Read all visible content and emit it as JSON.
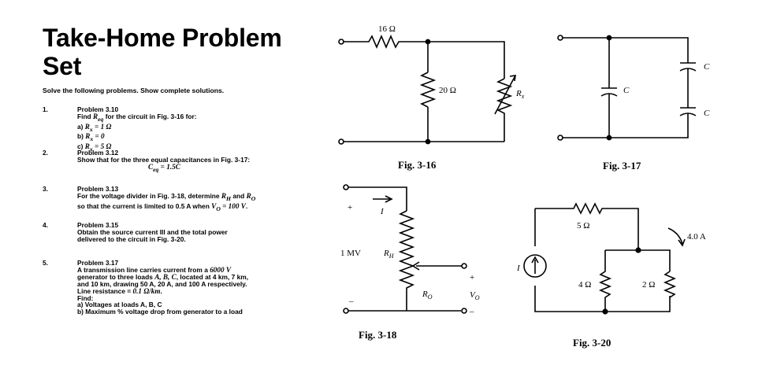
{
  "title": "Take-Home Problem Set",
  "intro": "Solve the following problems. Show complete solutions.",
  "problems": [
    {
      "num": "1.",
      "lines": [
        "Problem 3.10",
        "Find R_eq for the circuit in Fig. 3-16 for:",
        "a) R_x = 1 Ω",
        "b) R_x = 0",
        "c) R_x = 5 Ω"
      ]
    },
    {
      "num": "2.",
      "lines": [
        "Problem 3.12",
        "Show that for the three equal capacitances in Fig. 3-17:",
        "C_eq = 1.5C"
      ]
    },
    {
      "num": "3.",
      "lines": [
        "Problem 3.13",
        "For the voltage divider in Fig. 3-18, determine R_H and R_O",
        "so that the current is limited to 0.5 A when V_O = 100 V."
      ]
    },
    {
      "num": "4.",
      "lines": [
        "Problem 3.15",
        "Obtain the source current III and the total power",
        "delivered to the circuit in Fig. 3-20."
      ]
    },
    {
      "num": "5.",
      "lines": [
        "Problem 3.17",
        "A transmission line carries current from a 6000 V",
        "generator to three loads A, B, C, located at 4 km, 7 km,",
        "and 10 km, drawing 50 A, 20 A, and 100 A respectively.",
        "Line resistance = 0.1 Ω/km.",
        "Find:",
        "a) Voltages at loads A, B, C",
        "b) Maximum % voltage drop from generator to a load"
      ]
    }
  ],
  "figures": {
    "fig316": {
      "caption": "Fig. 3-16",
      "r_series": "16 Ω",
      "r_shunt": "20 Ω",
      "r_var": "R",
      "r_var_sub": "x"
    },
    "fig317": {
      "caption": "Fig. 3-17",
      "c1": "C",
      "c2": "C",
      "c3": "C"
    },
    "fig318": {
      "caption": "Fig. 3-18",
      "source": "1 MV",
      "current": "I",
      "rh": "R",
      "rh_sub": "H",
      "ro": "R",
      "ro_sub": "O",
      "vo": "V",
      "vo_sub": "O",
      "plus": "+",
      "minus": "–"
    },
    "fig320": {
      "caption": "Fig. 3-20",
      "r_top": "5 Ω",
      "r_mid": "4 Ω",
      "r_right": "2 Ω",
      "source": "I",
      "current": "4.0 A"
    }
  }
}
